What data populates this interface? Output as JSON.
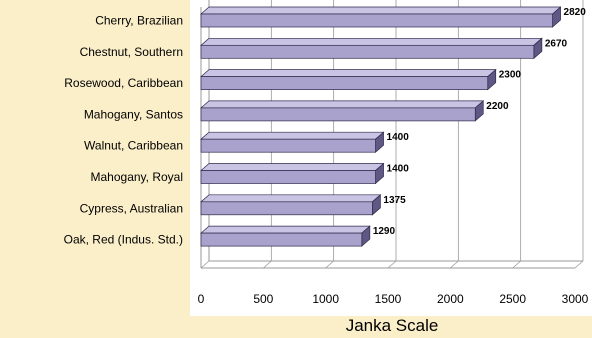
{
  "colors": {
    "background": "#fbefc9",
    "plot_panel": "#ffffff",
    "bar_front": "#a9a2cc",
    "bar_top": "#c9c4e4",
    "bar_side": "#5f5784",
    "bar_edge": "#2e2a4a",
    "grid": "#9a9a9a",
    "text": "#000000"
  },
  "chart_data": {
    "type": "bar",
    "orientation": "horizontal",
    "style": "3d",
    "categories": [
      "Cherry, Brazilian",
      "Chestnut, Southern",
      "Rosewood, Caribbean",
      "Mahogany, Santos",
      "Walnut, Caribbean",
      "Mahogany, Royal",
      "Cypress, Australian",
      "Oak, Red (Indus. Std.)"
    ],
    "values": [
      2820,
      2670,
      2300,
      2200,
      1400,
      1400,
      1375,
      1290
    ],
    "value_labels": [
      "2820",
      "2670",
      "2300",
      "2200",
      "1400",
      "1400",
      "1375",
      "1290"
    ],
    "xlabel": "Janka Scale",
    "xlim": [
      0,
      3000
    ],
    "xticks": [
      0,
      500,
      1000,
      1500,
      2000,
      2500,
      3000
    ],
    "xtick_labels": [
      "0",
      "500",
      "1000",
      "1500",
      "2000",
      "2500",
      "3000"
    ],
    "grid": true,
    "legend": "none"
  }
}
